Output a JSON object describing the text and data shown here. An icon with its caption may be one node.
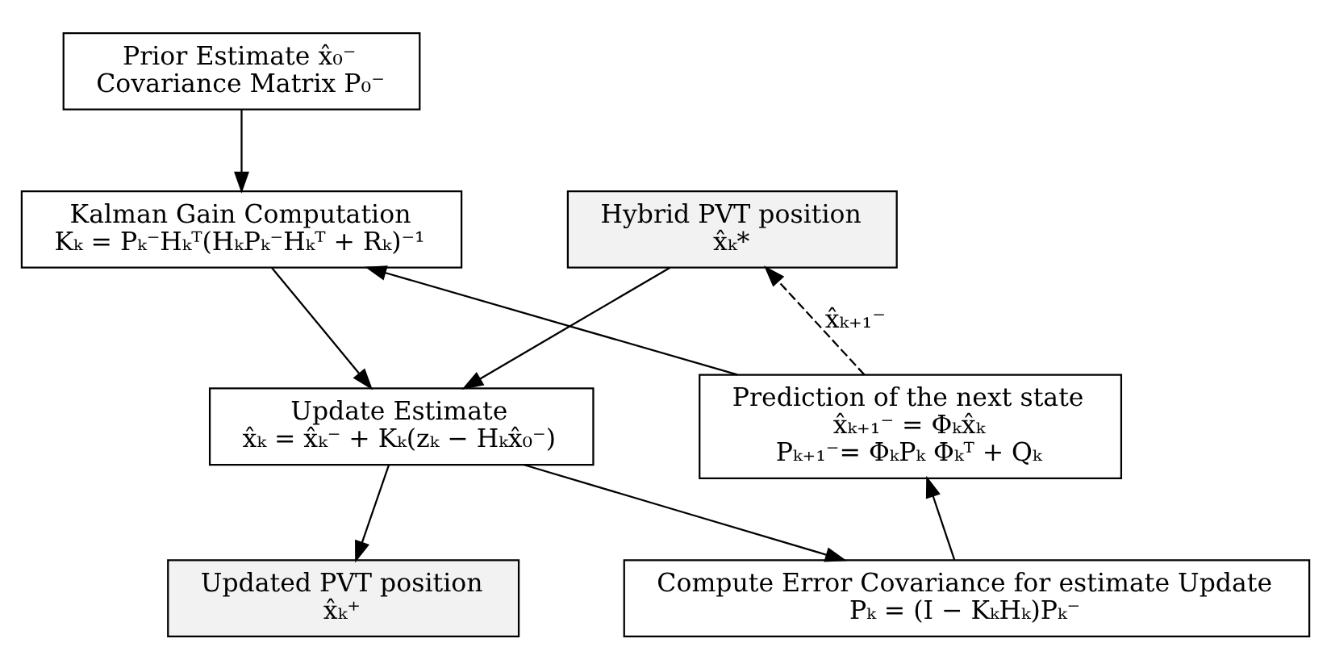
{
  "diagram": {
    "nodes": [
      {
        "text": [
          "Prior Estimate x̂₀⁻",
          "Covariance Matrix P₀⁻"
        ]
      },
      {
        "text": [
          "Kalman Gain Computation",
          "Kₖ = Pₖ⁻Hₖᵀ(HₖPₖ⁻Hₖᵀ + Rₖ)⁻¹"
        ]
      },
      {
        "text": [
          "Hybrid PVT position",
          "x̂ₖ*"
        ]
      },
      {
        "text": [
          "Prediction of the next state",
          "x̂ₖ₊₁⁻ = Φₖx̂ₖ",
          "Pₖ₊₁⁻= ΦₖPₖ Φₖᵀ + Qₖ"
        ]
      },
      {
        "text": [
          "Update Estimate",
          "x̂ₖ = x̂ₖ⁻ + Kₖ(zₖ − Hₖx̂₀⁻)"
        ]
      },
      {
        "text": [
          "Updated PVT position",
          "x̂ₖ⁺"
        ]
      },
      {
        "text": [
          "Compute Error Covariance for estimate Update",
          "Pₖ = (I − KₖHₖ)Pₖ⁻"
        ]
      }
    ],
    "edges": [
      {
        "from": 0,
        "to": 1,
        "arrow": "to"
      },
      {
        "from": 1,
        "to": 4,
        "arrow": "to"
      },
      {
        "from": 2,
        "to": 4,
        "arrow": "to"
      },
      {
        "from": 4,
        "to": 6,
        "arrow": "to"
      },
      {
        "from": 4,
        "to": 5,
        "arrow": "to"
      },
      {
        "from": 6,
        "to": 3,
        "arrow": "to"
      },
      {
        "from": 3,
        "to": 1,
        "arrow": "to"
      },
      {
        "from": 3,
        "to": 2,
        "arrow": "to",
        "style": "dashed",
        "label": "x̂ₖ₊₁⁻"
      }
    ]
  }
}
